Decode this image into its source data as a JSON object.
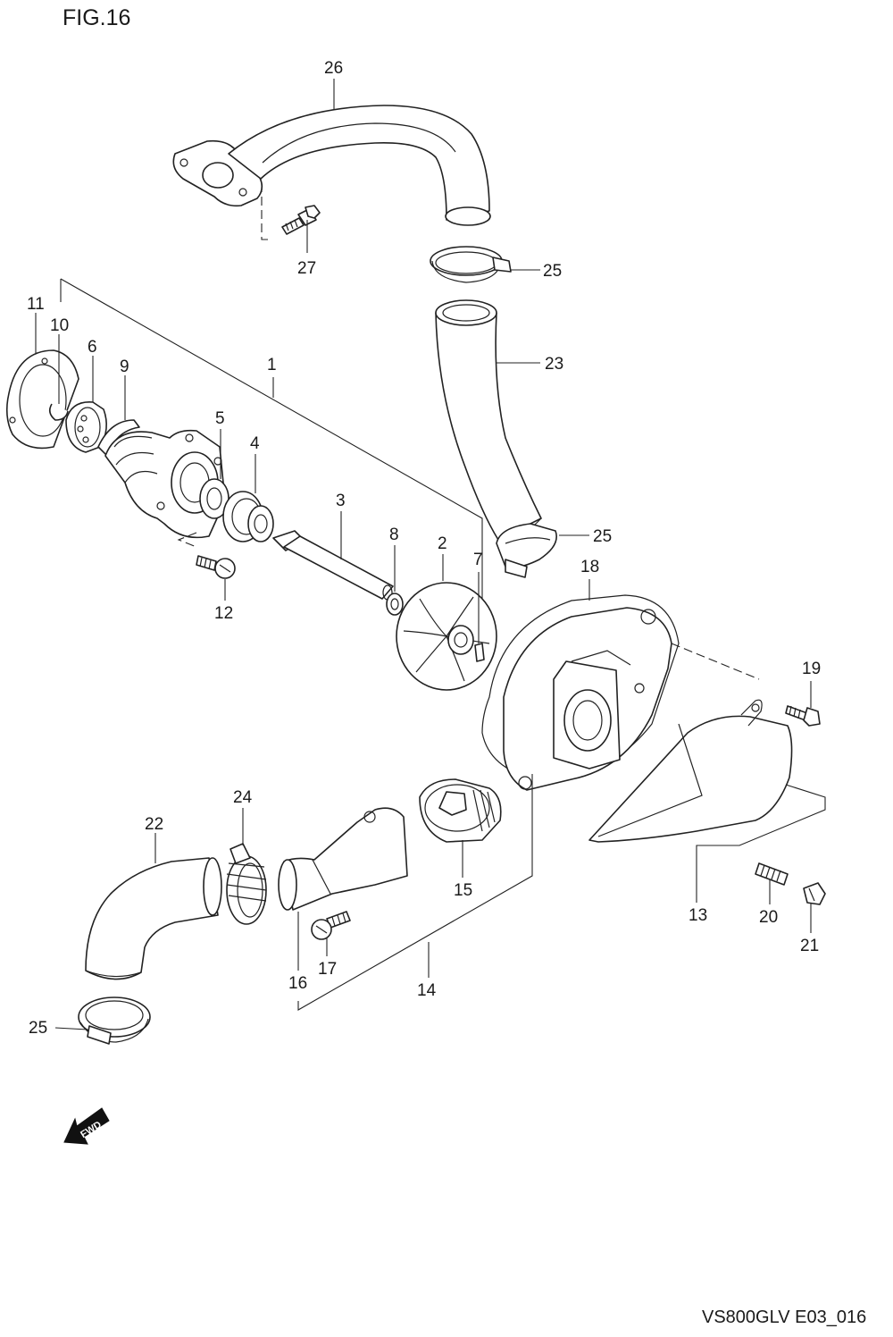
{
  "figure": {
    "title": "FIG.16",
    "code": "VS800GLV E03_016",
    "fwd_label": "FWD"
  },
  "callouts": [
    {
      "id": "c1",
      "text": "1"
    },
    {
      "id": "c2",
      "text": "2"
    },
    {
      "id": "c3",
      "text": "3"
    },
    {
      "id": "c4",
      "text": "4"
    },
    {
      "id": "c5",
      "text": "5"
    },
    {
      "id": "c6",
      "text": "6"
    },
    {
      "id": "c7",
      "text": "7"
    },
    {
      "id": "c8",
      "text": "8"
    },
    {
      "id": "c9",
      "text": "9"
    },
    {
      "id": "c10",
      "text": "10"
    },
    {
      "id": "c11",
      "text": "11"
    },
    {
      "id": "c12",
      "text": "12"
    },
    {
      "id": "c13",
      "text": "13"
    },
    {
      "id": "c14",
      "text": "14"
    },
    {
      "id": "c15",
      "text": "15"
    },
    {
      "id": "c16",
      "text": "16"
    },
    {
      "id": "c17",
      "text": "17"
    },
    {
      "id": "c18",
      "text": "18"
    },
    {
      "id": "c19",
      "text": "19"
    },
    {
      "id": "c20",
      "text": "20"
    },
    {
      "id": "c21",
      "text": "21"
    },
    {
      "id": "c22",
      "text": "22"
    },
    {
      "id": "c23",
      "text": "23"
    },
    {
      "id": "c24",
      "text": "24"
    },
    {
      "id": "c25a",
      "text": "25"
    },
    {
      "id": "c25b",
      "text": "25"
    },
    {
      "id": "c25c",
      "text": "25"
    },
    {
      "id": "c26",
      "text": "26"
    },
    {
      "id": "c27",
      "text": "27"
    }
  ]
}
